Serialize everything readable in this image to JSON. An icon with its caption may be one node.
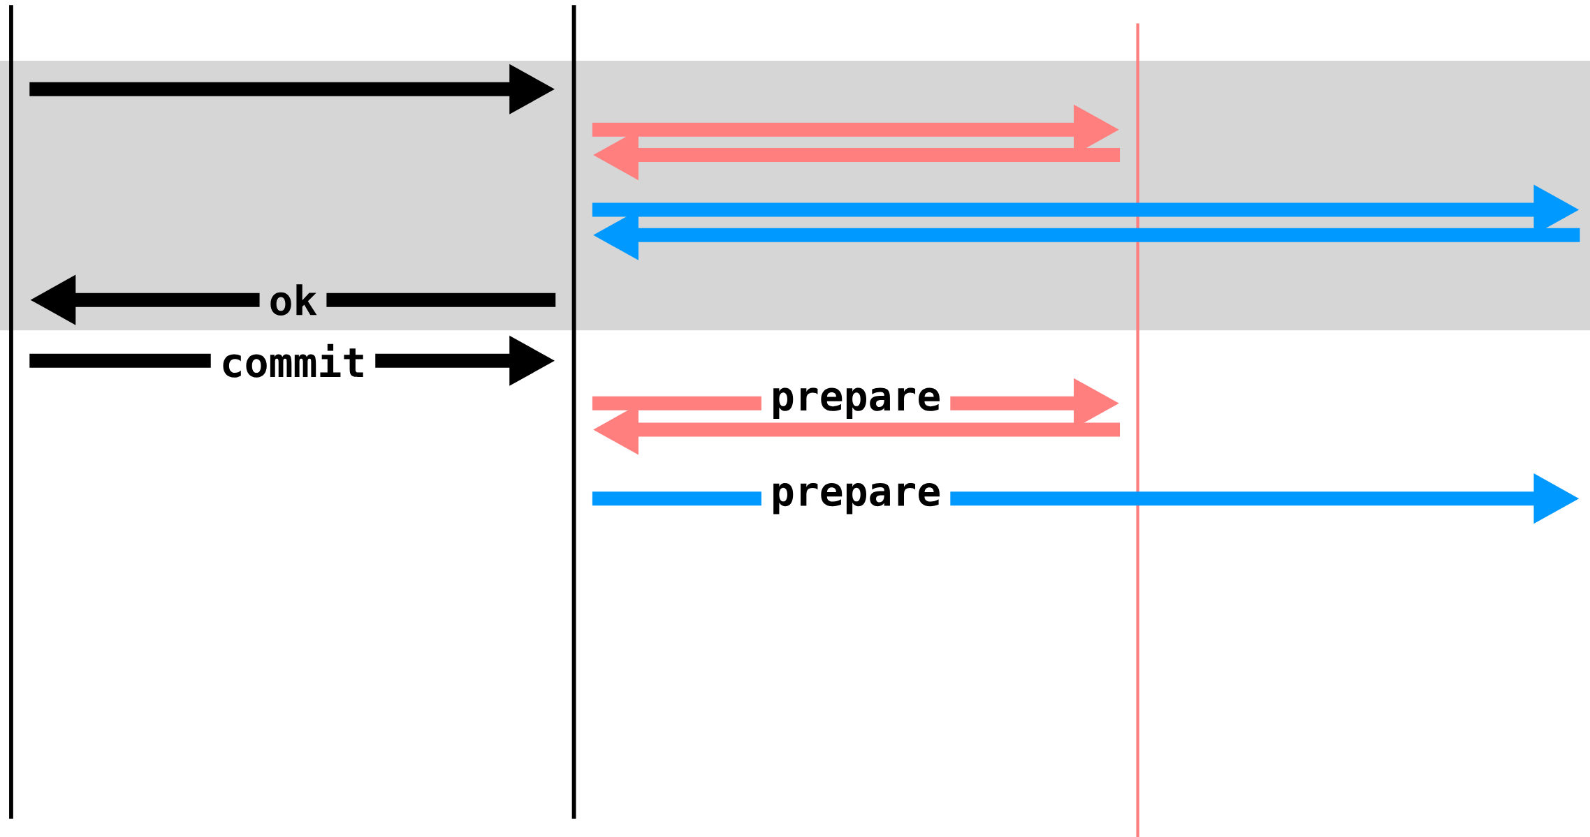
{
  "diagram": {
    "nodes": [
      {
        "text": [],
        "shape": "bar"
      },
      {
        "text": [],
        "shape": "bar"
      },
      {
        "text": [],
        "shape": "bar"
      }
    ],
    "edges": [
      {
        "from": 0,
        "to": 1,
        "arrow": "to",
        "color": "#000000"
      },
      {
        "from": 1,
        "to": 2,
        "arrow": "to",
        "color": "#ff7f7f"
      },
      {
        "from": 2,
        "to": 1,
        "arrow": "to",
        "color": "#ff7f7f"
      },
      {
        "from": 1,
        "to": null,
        "arrow": "to",
        "color": "#0099ff"
      },
      {
        "from": null,
        "to": 1,
        "arrow": "to",
        "color": "#0099ff"
      },
      {
        "from": 1,
        "to": 0,
        "arrow": "to",
        "label": "ok",
        "color": "#000000"
      },
      {
        "from": 0,
        "to": 1,
        "arrow": "to",
        "label": "commit",
        "color": "#000000"
      },
      {
        "from": 1,
        "to": 2,
        "arrow": "to",
        "label": "prepare",
        "color": "#ff7f7f"
      },
      {
        "from": 2,
        "to": 1,
        "arrow": "to",
        "color": "#ff7f7f"
      },
      {
        "from": 1,
        "to": null,
        "arrow": "to",
        "label": "prepare",
        "color": "#0099ff"
      }
    ]
  }
}
